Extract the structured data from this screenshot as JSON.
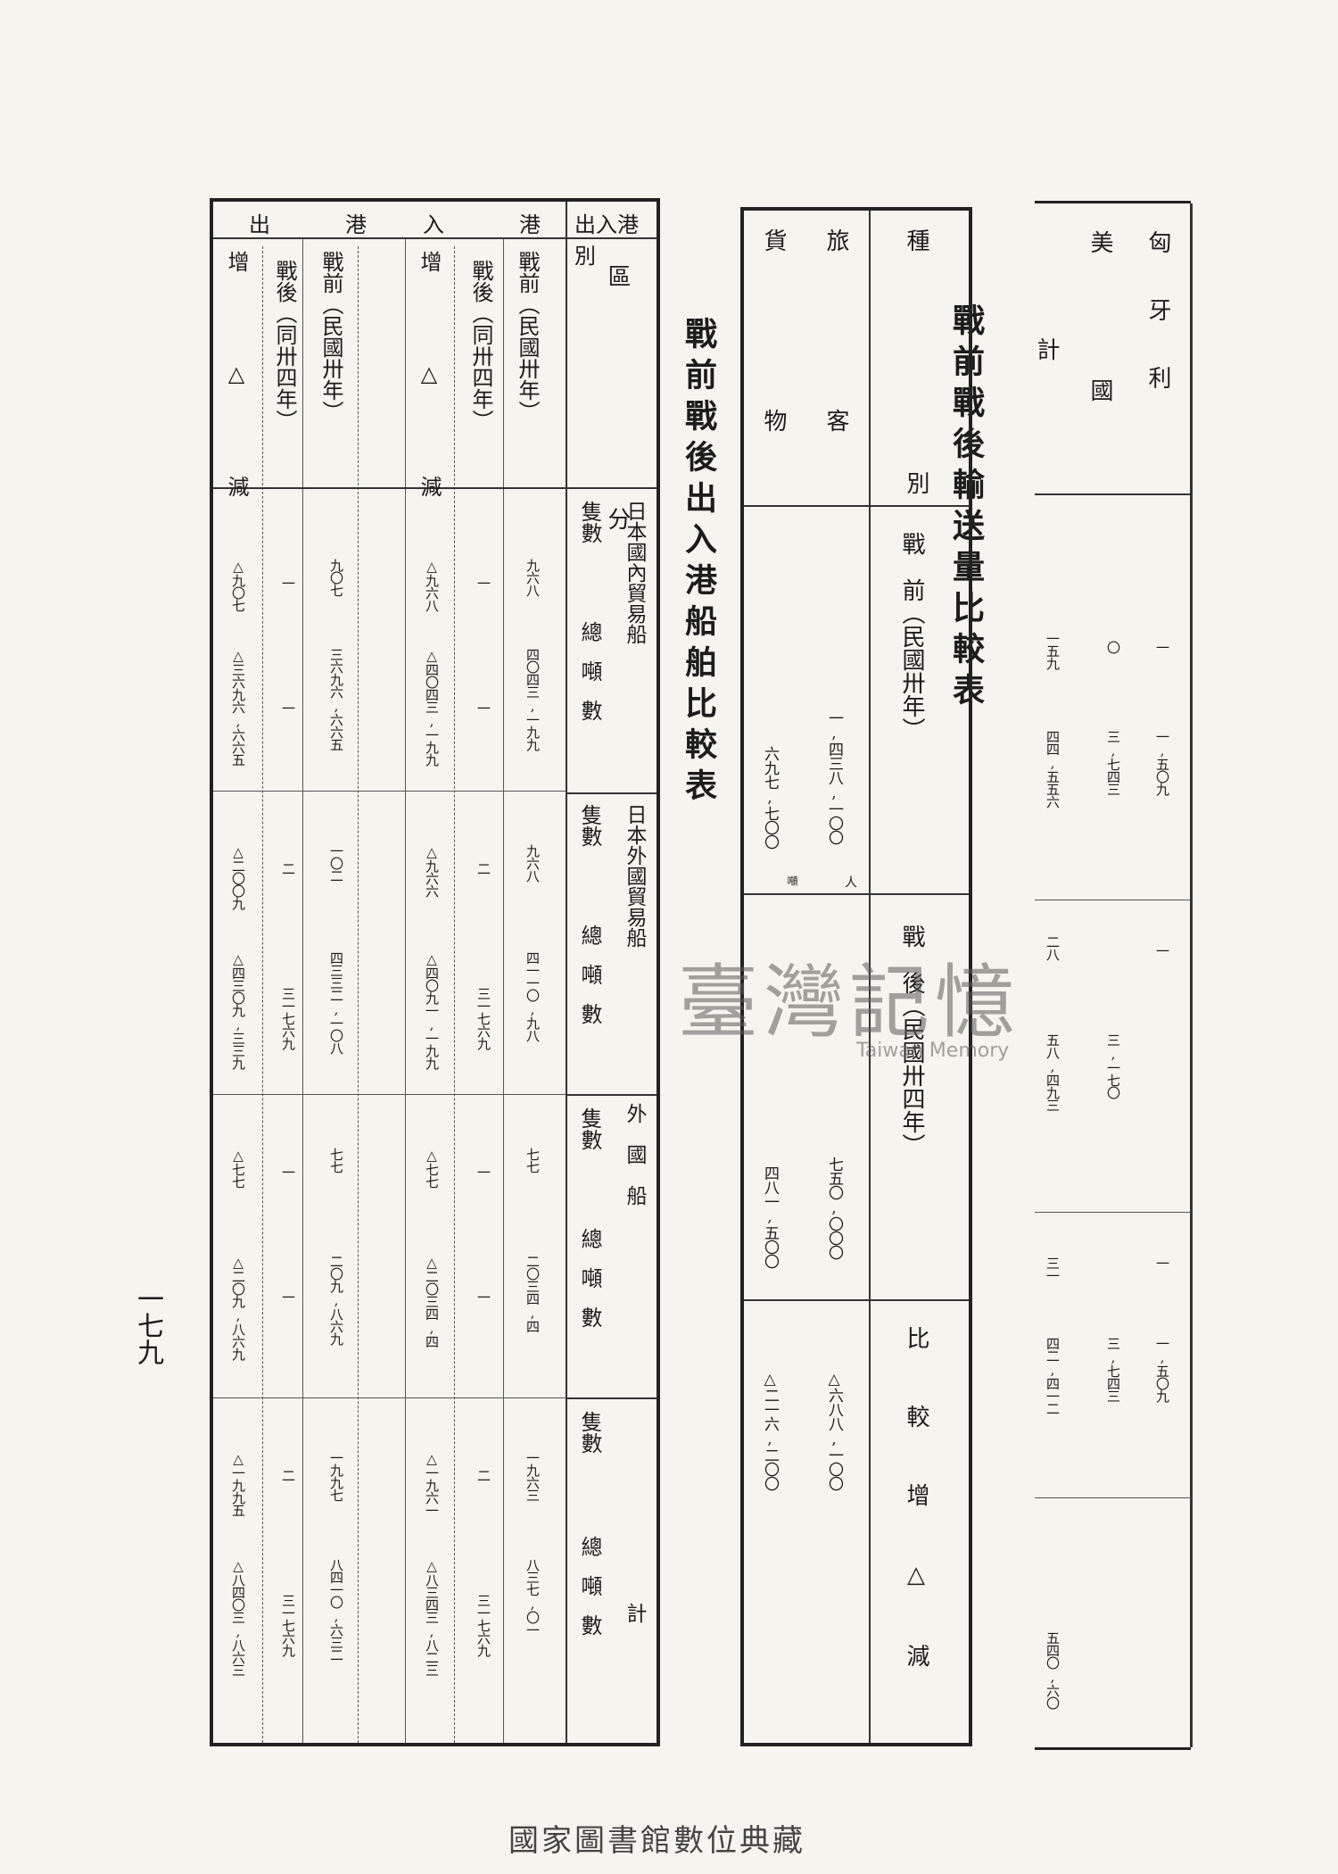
{
  "page_number": "一七九",
  "footer": "國家圖書館數位典藏",
  "watermark": {
    "main": "臺灣記憶",
    "sub": "Taiwan Memory"
  },
  "cont_table": {
    "rows": [
      {
        "label": "匈牙利",
        "pre": "一",
        "post": "一",
        "diff": "一"
      },
      {
        "label": "美國",
        "pre": "〇",
        "post": "",
        "diff": ""
      },
      {
        "label": "計",
        "pre": "一五九",
        "post": "二八",
        "diff": "三一"
      }
    ],
    "row2": {
      "label": "",
      "pre": "一,五〇九",
      "post": "",
      "diff": "一,五〇九",
      "pre_b": "三,七四三",
      "post_b": "三,一七〇",
      "diff_b": "三,七四三"
    },
    "totals": {
      "pre": "四四,五五六",
      "post": "五八,四九三",
      "diff": "四二,四一二",
      "last": "五四〇,六〇"
    }
  },
  "transport": {
    "title": "戰前戰後輸送量比較表",
    "h_kind": "種　別",
    "h_pre": "戰　前（民國卅年）",
    "h_post": "戰　後（民國卅四年）",
    "h_diff": "比　較　增　△　減",
    "rows": [
      {
        "label": "旅　客",
        "pre": "一,四三八,一〇〇",
        "post": "七五〇,〇〇〇",
        "diff": "△六八八,一〇〇",
        "unit": "人"
      },
      {
        "label": "貨　物",
        "pre": "六九七,七〇〇",
        "post": "四八一,五〇〇",
        "diff": "△二一六,二〇〇",
        "unit": "噸"
      }
    ]
  },
  "ships": {
    "title": "戰前戰後出入港船舶比較表",
    "h_inout": "出入港別",
    "h_class": "區　分",
    "groups": [
      "日本國內貿易船",
      "日本外國貿易船",
      "外　國　船",
      "計"
    ],
    "sub": [
      "隻數",
      "總噸數"
    ],
    "sections": [
      {
        "name": "入　港",
        "rows": [
          {
            "label": "戰前（民國卅年）",
            "v": [
              "九六八",
              "四〇四三,一九九",
              "九六八",
              "四一一〇,九八",
              "七七",
              "二〇三四,四",
              "一九六三",
              "八三七,〇一"
            ]
          },
          {
            "label": "戰後（同卅四年）",
            "v": [
              "一",
              "一",
              "二",
              "三一七六九",
              "一",
              "一",
              "二",
              "三一七六九"
            ]
          },
          {
            "label": "增　△　減",
            "v": [
              "△九六八",
              "△四〇四三,一九九",
              "△九六六",
              "△四〇九一,一九九",
              "△七七",
              "△二〇三四,四",
              "△一九六一",
              "△八三四三,八二三"
            ]
          }
        ]
      },
      {
        "name": "出　港",
        "rows": [
          {
            "label": "戰前（民國卅年）",
            "v": [
              "九〇七",
              "三六九六,六六五",
              "一〇二",
              "四三三二,一〇八",
              "七七",
              "二〇九,八六九",
              "一九九七",
              "八四一〇,六三二"
            ]
          },
          {
            "label": "戰後（同卅四年）",
            "v": [
              "一",
              "一",
              "二",
              "三一七六九",
              "一",
              "一",
              "二",
              "三一七六九"
            ]
          },
          {
            "label": "增　△　減",
            "v": [
              "△九〇七",
              "△三六九六,六六五",
              "△二〇〇九",
              "△四三〇九,三三九",
              "△七七",
              "△二〇九,八六九",
              "△一九九五",
              "△八四〇三,八六三"
            ]
          }
        ]
      }
    ]
  }
}
